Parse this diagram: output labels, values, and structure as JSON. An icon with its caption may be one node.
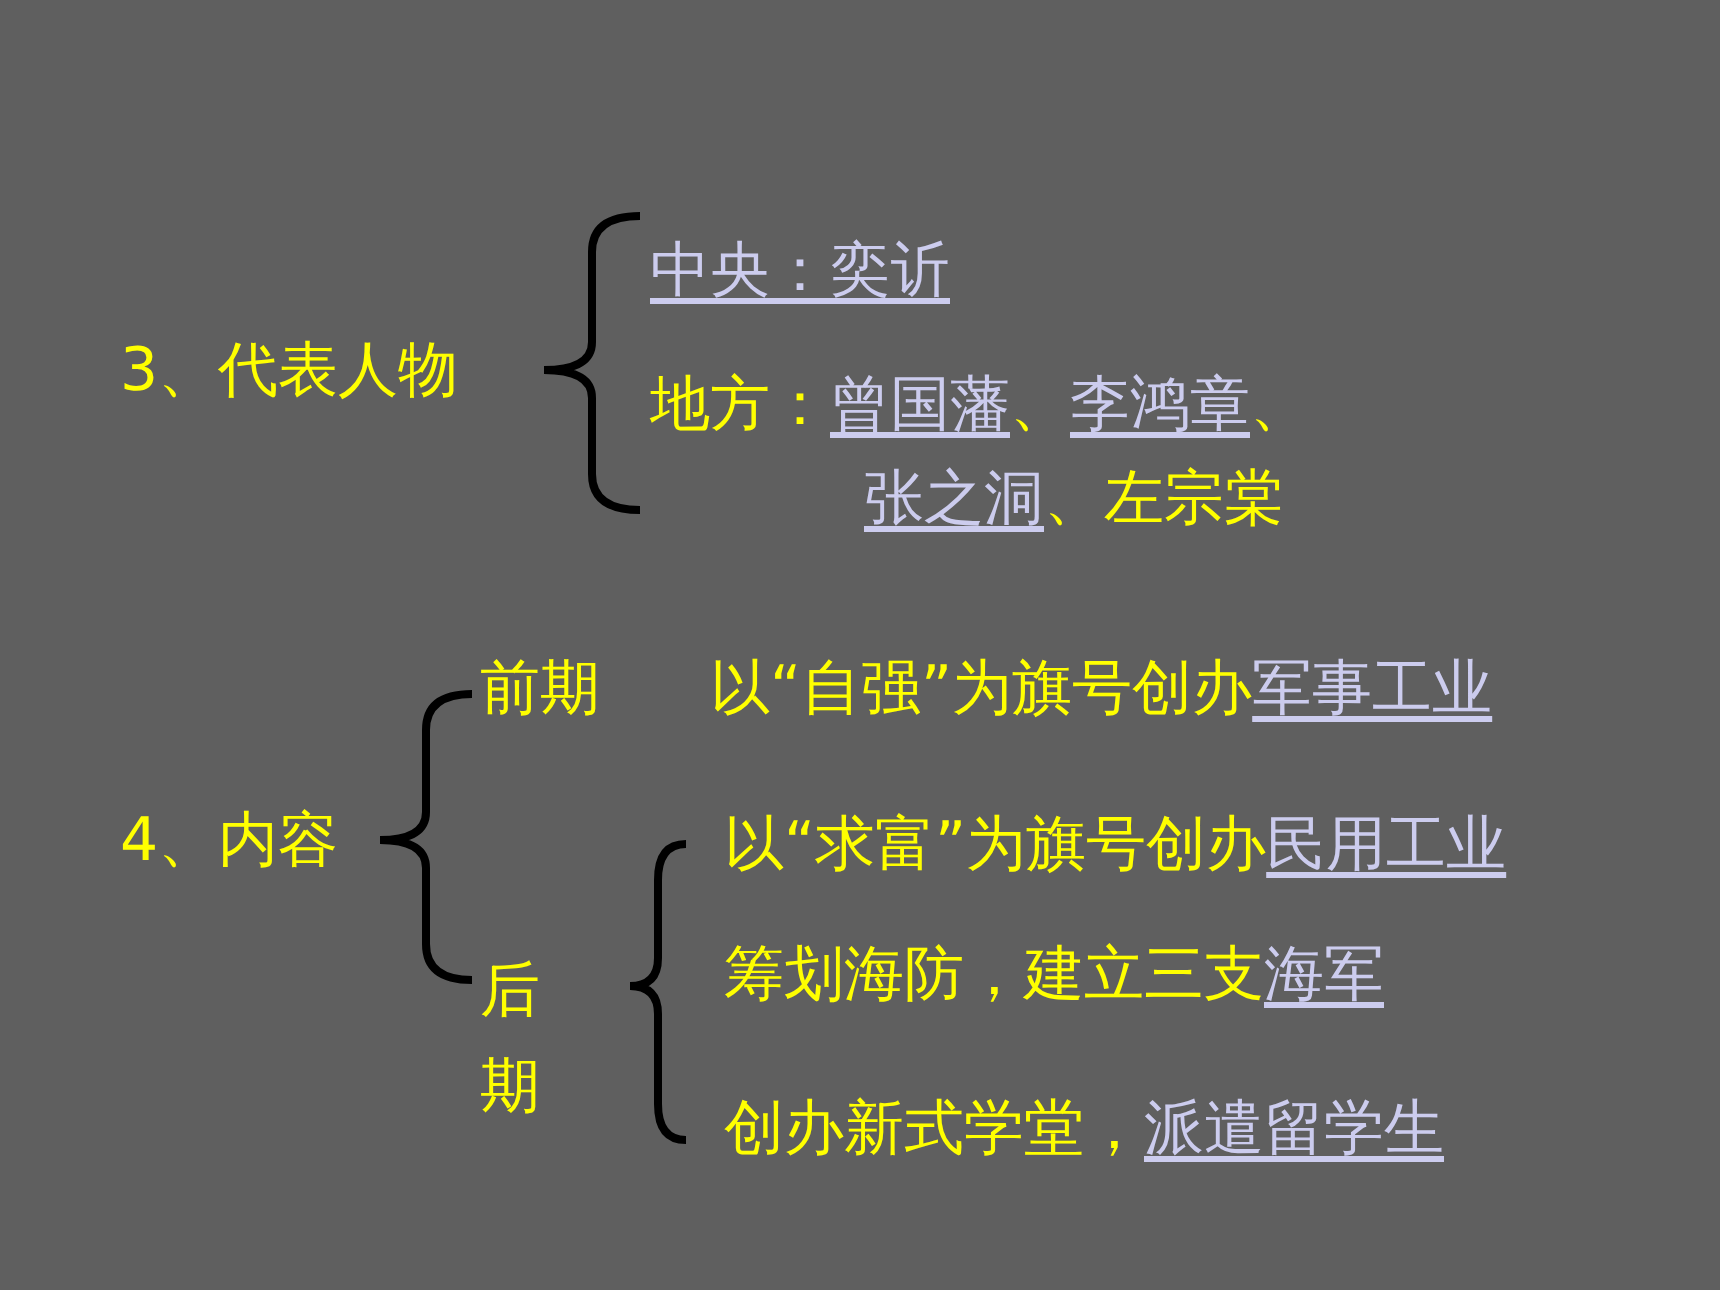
{
  "diagram": {
    "labels": [
      "3、代表人物",
      "中央：奕䜣",
      "地方：",
      "曾国藩",
      "、",
      "李鸿章",
      "、",
      "张之洞",
      "、左宗棠",
      "前期",
      "以“自强”为旗号创办",
      "军事工业",
      "4、内容",
      "以“求富”为旗号创办",
      "民用工业",
      "后期",
      "筹划海防，建立三支",
      "海军",
      "创办新式学堂，",
      "派遣留学生"
    ]
  }
}
